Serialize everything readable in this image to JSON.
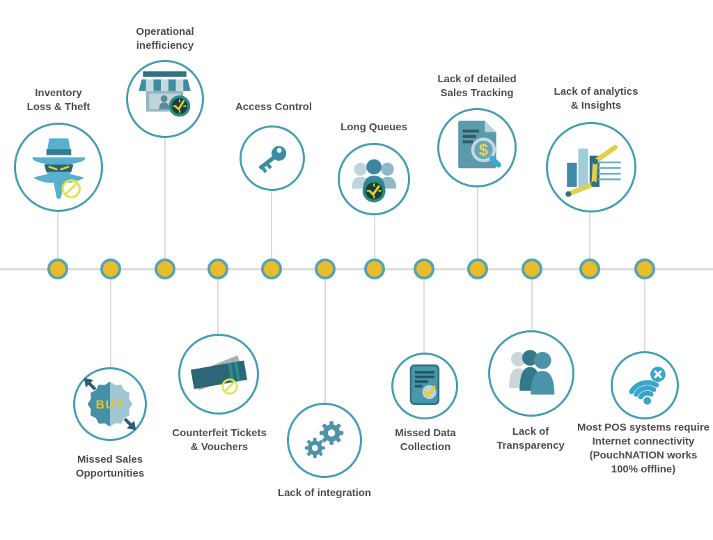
{
  "palette": {
    "circle_ring": "#4a9db0",
    "node_fill": "#e9bc2b",
    "node_ring": "#57a3b1",
    "timeline_line": "#dbdbdb",
    "label_text": "#4d4e50",
    "icon_blue": "#58afce",
    "icon_teal": "#4590a5",
    "icon_dark_teal": "#2b6777",
    "icon_yellow": "#e8cd2e",
    "wifi_blue": "#39a5c8"
  },
  "timeline": {
    "node_count": 12
  },
  "icons": {
    "buy_text": "BUY",
    "dollar_sign": "$"
  },
  "items": [
    {
      "icon": "spy",
      "side": "top",
      "label": "Inventory\nLoss & Theft"
    },
    {
      "icon": "buy-badge",
      "side": "bottom",
      "label": "Missed Sales\nOpportunities"
    },
    {
      "icon": "storefront",
      "side": "top",
      "label": "Operational\ninefficiency"
    },
    {
      "icon": "tickets",
      "side": "bottom",
      "label": "Counterfeit Tickets\n& Vouchers"
    },
    {
      "icon": "key",
      "side": "top",
      "label": "Access Control"
    },
    {
      "icon": "gears",
      "side": "bottom",
      "label": "Lack of integration"
    },
    {
      "icon": "queue-clock",
      "side": "top",
      "label": "Long Queues"
    },
    {
      "icon": "document-check",
      "side": "bottom",
      "label": "Missed Data\nCollection"
    },
    {
      "icon": "document-dollar",
      "side": "top",
      "label": "Lack of detailed\nSales Tracking"
    },
    {
      "icon": "people",
      "side": "bottom",
      "label": "Lack of\nTransparency"
    },
    {
      "icon": "bar-chart",
      "side": "top",
      "label": "Lack of analytics\n& Insights"
    },
    {
      "icon": "wifi-offline",
      "side": "bottom",
      "label": "Most POS systems require\nInternet connectivity\n(PouchNATION works\n100% offline)"
    }
  ]
}
